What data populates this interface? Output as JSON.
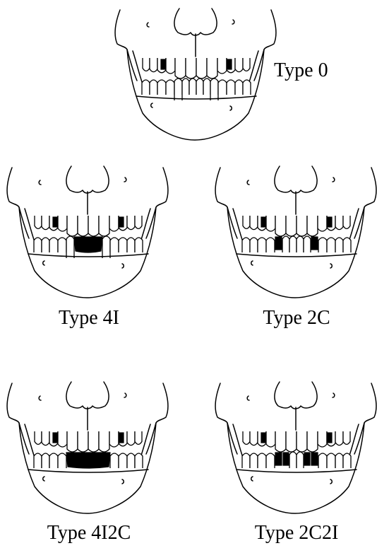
{
  "diagram": {
    "panels": [
      {
        "id": "type-0",
        "label": "Type 0",
        "missing": []
      },
      {
        "id": "type-4i",
        "label": "Type 4I",
        "missing": [
          "lower-incisors-4"
        ]
      },
      {
        "id": "type-2c",
        "label": "Type 2C",
        "missing": [
          "lower-canines-2"
        ]
      },
      {
        "id": "type-4i2c",
        "label": "Type 4I2C",
        "missing": [
          "lower-incisors-4",
          "lower-canines-2"
        ]
      },
      {
        "id": "type-2c2i",
        "label": "Type 2C2I",
        "missing": [
          "lower-canines-2",
          "lower-lateral-incisors-2"
        ]
      }
    ]
  },
  "colors": {
    "stroke": "#000000",
    "background": "#ffffff",
    "gap_fill": "#000000"
  }
}
